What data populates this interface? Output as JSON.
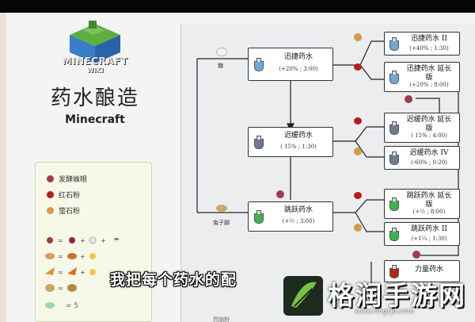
{
  "logo": {
    "brand": "MINECRAFT",
    "wiki": "WIKI"
  },
  "title": "药水酿造",
  "subtitle": "Minecraft",
  "legend": [
    {
      "label": "发酵蛛眼",
      "color": "#a33a4e"
    },
    {
      "label": "红石粉",
      "color": "#b51c1c"
    },
    {
      "label": "萤石粉",
      "color": "#d39a49"
    }
  ],
  "legend_extra": {
    "eq_label": "= 5"
  },
  "ingredients": {
    "sugar": "糖",
    "rabbit_foot": "兔子脚",
    "cut_label": "烈焰粉"
  },
  "potions": [
    {
      "name": "迅捷药水",
      "stats": "(+20% ; 3:00)",
      "bottle": "#6fa9d6"
    },
    {
      "name": "迟缓药水",
      "stats": "( 15% ; 1:30)",
      "bottle": "#6b7c96"
    },
    {
      "name": "跳跃药水",
      "stats": "(+½ ; 3:00)",
      "bottle": "#3db34a"
    },
    {
      "name": "迅捷药水 II",
      "stats": "(+40% ; 1:30)",
      "bottle": "#6fa9d6"
    },
    {
      "name": "迅捷药水 延长版",
      "stats": "(+20% ; 8:00)",
      "bottle": "#6fa9d6"
    },
    {
      "name": "迟缓药水 延长版",
      "stats": "( 15% ; 4:00)",
      "bottle": "#6b7c96"
    },
    {
      "name": "迟缓药水 IV",
      "stats": "(-60% ; 0:20)",
      "bottle": "#6b7c96"
    },
    {
      "name": "跳跃药水 延长版",
      "stats": "(+½ ; 8:00)",
      "bottle": "#3db34a"
    },
    {
      "name": "跳跃药水 II",
      "stats": "(+1¼ ; 1:30)",
      "bottle": "#3db34a"
    },
    {
      "name": "力量药水",
      "stats": "",
      "bottle": "#b3261e"
    }
  ],
  "caption": "我把每个药水的配",
  "watermark": {
    "text": "格润手游网",
    "url": "www.hngrjd.com"
  }
}
